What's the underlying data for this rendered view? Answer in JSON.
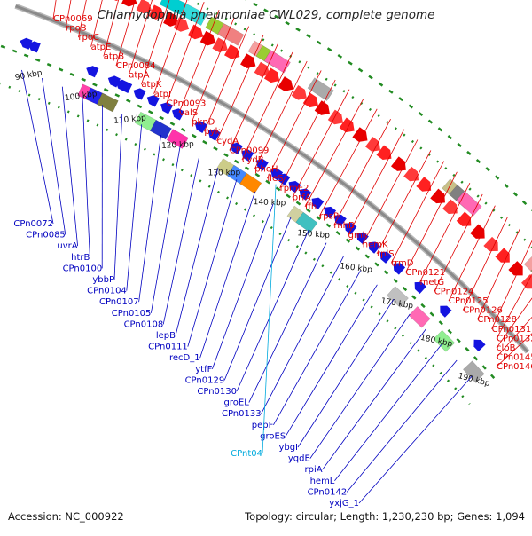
{
  "title": "Chlamydophila pneumoniae CWL029, complete genome",
  "footer": {
    "accession": "Accession: NC_000922",
    "summary": "Topology: circular; Length: 1,230,230 bp; Genes: 1,094"
  },
  "colors": {
    "forward_label": "#e00000",
    "reverse_label": "#0000c0",
    "rna_label": "#00aadd",
    "backbone": "#8a8a8a",
    "tick_dots": "#228b22"
  },
  "scale_ticks": [
    "90 kbp",
    "100 kbp",
    "110 kbp",
    "120 kbp",
    "130 kbp",
    "140 kbp",
    "150 kbp",
    "160 kbp",
    "170 kbp",
    "180 kbp",
    "190 kbp"
  ],
  "forward_labels": [
    "CPn0069",
    "rpoB",
    "rpoC",
    "atpE",
    "atpB",
    "CPn0084",
    "atpA",
    "atpK",
    "atpI",
    "CPn0093",
    "valS",
    "pknD",
    "pyk",
    "cydA",
    "CPn0099",
    "cydB",
    "phoH",
    "ileS",
    "rpmE2",
    "prfA",
    "ffh",
    "rpsP",
    "rnhB",
    "gmk",
    "hemK",
    "rplS",
    "trmD",
    "CPn0121",
    "metG",
    "CPn0124",
    "CPn0125",
    "CPn0126",
    "CPn0128",
    "CPn0131",
    "CPn0132",
    "clpB",
    "CPn0145",
    "CPn0146"
  ],
  "reverse_labels": [
    "CPn0072",
    "CPn0085",
    "uvrA",
    "htrB",
    "CPn0100",
    "ybbP",
    "CPn0104",
    "CPn0107",
    "CPn0105",
    "CPn0108",
    "lepB",
    "CPn0111",
    "recD_1",
    "ytfF",
    "CPn0129",
    "CPn0130",
    "groEL",
    "CPn0133",
    "pepF",
    "groES",
    "ybgI",
    "yqdE",
    "rpiA",
    "hemL",
    "CPn0142",
    "yxjG_1"
  ],
  "rna_labels": [
    "CPnt04"
  ]
}
